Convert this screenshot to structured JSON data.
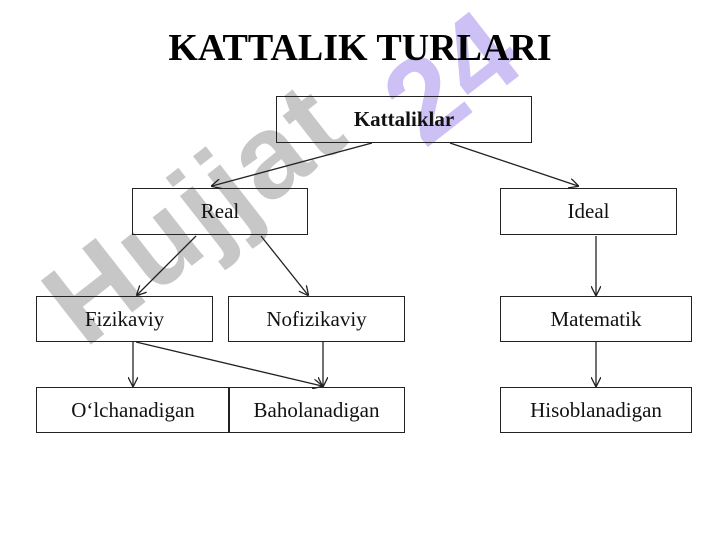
{
  "title": "KATTALIK TURLARI",
  "watermark": "Hujjat 24",
  "nodes": {
    "kattaliklar": "Kattaliklar",
    "real": "Real",
    "ideal": "Ideal",
    "fizikaviy": "Fizikaviy",
    "nofizikaviy": "Nofizikaviy",
    "matematik": "Matematik",
    "olchanadigan": "O‘lchanadigan",
    "baholanadigan": "Baholanadigan",
    "hisoblanadigan": "Hisoblanadigan"
  },
  "colors": {
    "watermark_gray": "#9a9a9a",
    "watermark_purple": "#b9a6f0",
    "border": "#222222"
  }
}
